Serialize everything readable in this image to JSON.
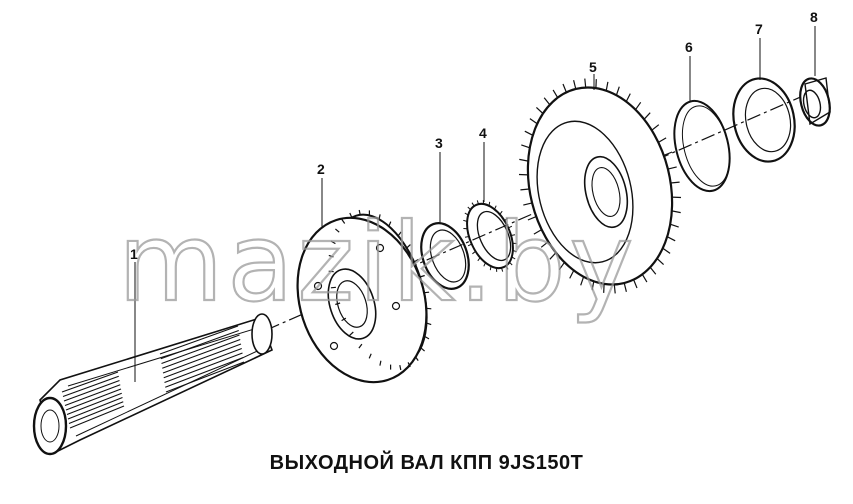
{
  "diagram": {
    "caption": "ВЫХОДНОЙ ВАЛ КПП 9JS150T",
    "watermark": "mazik.by",
    "part_labels": [
      "1",
      "2",
      "3",
      "4",
      "5",
      "6",
      "7",
      "8"
    ]
  },
  "colors": {
    "line": "#111111",
    "watermark": "#9a9a9a",
    "background": "#ffffff"
  }
}
